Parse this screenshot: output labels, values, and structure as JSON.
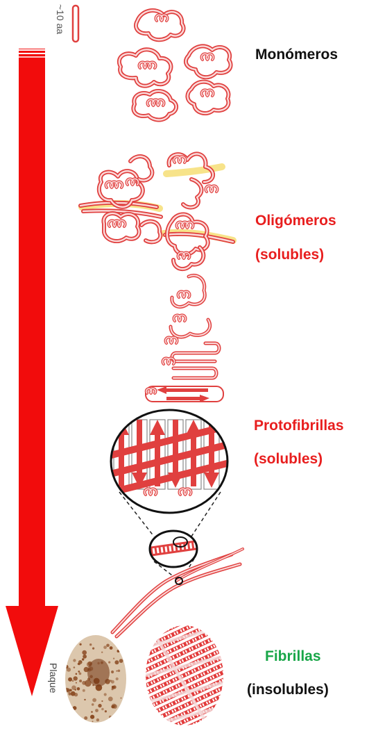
{
  "colors": {
    "arrow": "#f20c0c",
    "strand": "#e0403f",
    "strand_inner": "#fbdada",
    "helix_yellow": "#f7e38a",
    "label_red": "#e81e1e",
    "label_green": "#18a648",
    "label_black": "#111111",
    "plaque_bg": "#d9c2a8",
    "plaque_dots": "#8a4a22"
  },
  "scale": {
    "label": "~10 aa"
  },
  "stages": [
    {
      "name": "Monómeros",
      "note": ""
    },
    {
      "name": "Oligómeros",
      "note": "(solubles)"
    },
    {
      "name": "Protofibrillas",
      "note": "(solubles)"
    },
    {
      "name": "Fibrillas",
      "note": "(insolubles)"
    }
  ],
  "plaque_label": "Plaque"
}
